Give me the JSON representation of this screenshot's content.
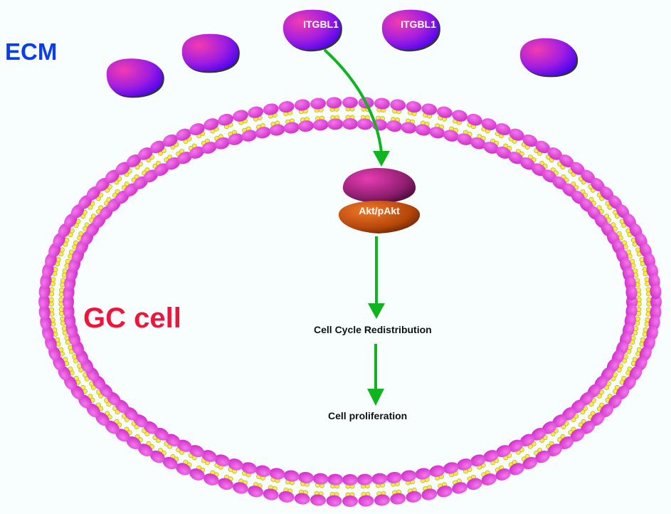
{
  "labels": {
    "ecm": "ECM",
    "gc_cell": "GC cell",
    "step_cell_cycle": "Cell Cycle Redistribution",
    "step_proliferation": "Cell proliferation"
  },
  "proteins": {
    "ligand_1": "ITGBL1",
    "ligand_2": "ITGBL1",
    "kinase": "Akt/pAkt"
  },
  "colors": {
    "background": "#f8fefe",
    "ecm_label": "#0a3cf0",
    "gc_label": "#f0143c",
    "arrow": "#10b41e",
    "lipid_head": "#e83ce0",
    "lipid_tail": "#f5ee3c",
    "ligand_light": "#f03cb4",
    "ligand_dark": "#4a00f0",
    "receptor": "#b4288c",
    "akt": "#e0641e"
  },
  "pathway": [
    "ITGBL1",
    "Akt/pAkt",
    "Cell Cycle Redistribution",
    "Cell proliferation"
  ]
}
